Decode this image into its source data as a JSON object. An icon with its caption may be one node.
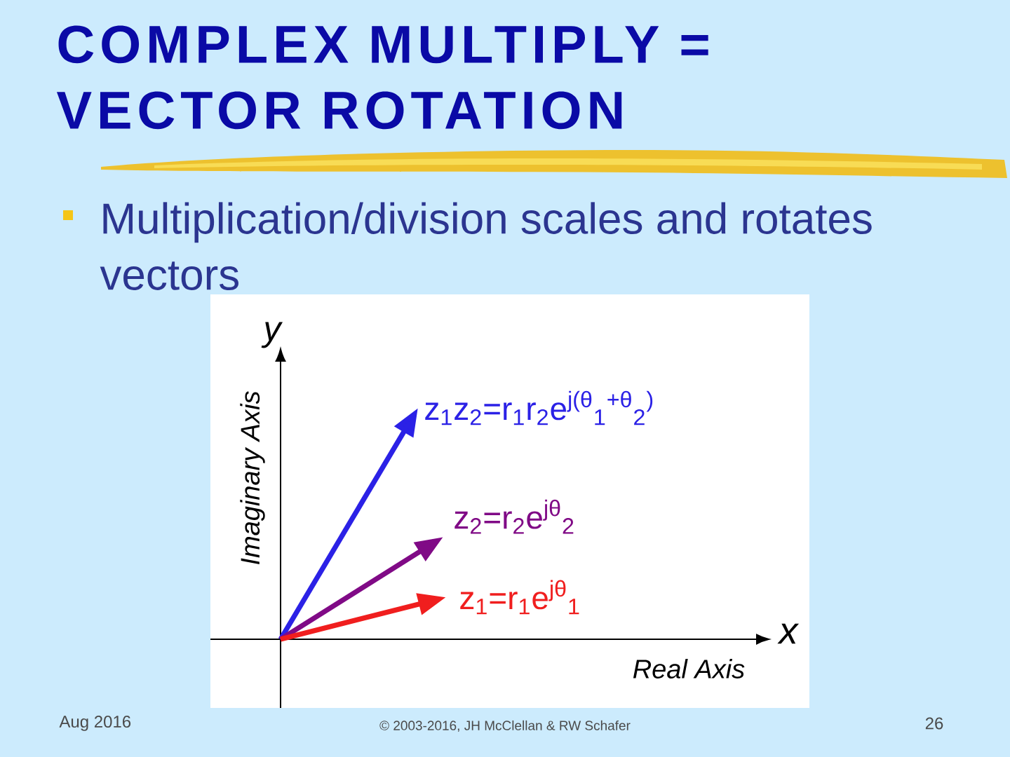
{
  "diagram": {
    "title": "COMPLEX MULTIPLY = VECTOR ROTATION",
    "nodes": [
      {
        "text": [
          "z$_{1}$z$_{2}$=r$_{1}$r$_{2}$e$^{j(θ}$$_{1}$$^{+θ}$$_{2}$$^{)}$"
        ]
      },
      {
        "text": [
          "z$_{2}$=r$_{2}$e$^{jθ}$$_{2}$"
        ]
      },
      {
        "text": [
          "z$_{1}$=r$_{1}$e$^{jθ}$$_{1}$"
        ]
      }
    ],
    "edges": [
      {
        "from": null,
        "to": 0,
        "arrow": "to",
        "color": "#2b21e6"
      },
      {
        "from": null,
        "to": 1,
        "arrow": "to",
        "color": "#800a86"
      },
      {
        "from": null,
        "to": 2,
        "arrow": "to",
        "color": "#f01e1e"
      }
    ],
    "labels": [
      "Multiplication/division scales and rotates vectors",
      "y",
      "Imaginary Axis",
      "x",
      "Real Axis",
      "Aug 2016",
      "© 2003-2016, JH McClellan & RW Schafer",
      "26"
    ]
  }
}
